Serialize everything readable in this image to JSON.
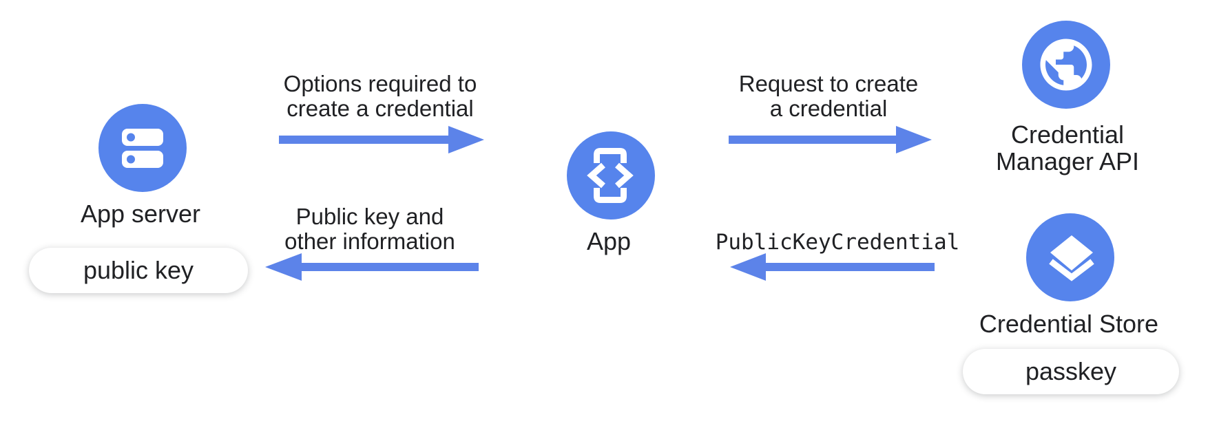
{
  "diagram": {
    "nodes": {
      "app_server": {
        "label": "App server",
        "icon": "server-icon",
        "badge": "public key"
      },
      "app": {
        "label": "App",
        "icon": "phone-code-icon"
      },
      "credential_manager_api": {
        "icon": "globe-icon",
        "label_lines": [
          "Credential",
          "Manager API"
        ]
      },
      "credential_store": {
        "label": "Credential Store",
        "icon": "layers-icon",
        "badge": "passkey"
      }
    },
    "arrows": {
      "options_to_create": {
        "direction": "right",
        "label_lines": [
          "Options required to",
          "create a credential"
        ]
      },
      "request_to_create": {
        "direction": "right",
        "label_lines": [
          "Request to create",
          "a credential"
        ]
      },
      "public_key_credential": {
        "direction": "left",
        "label": "PublicKeyCredential",
        "label_style": "monospace"
      },
      "public_key_info": {
        "direction": "left",
        "label_lines": [
          "Public key and",
          "other information"
        ]
      }
    },
    "colors": {
      "node_circle": "#5684EC",
      "arrow": "#5C83E9",
      "text": "#202124",
      "badge_background": "#FFFFFF"
    }
  }
}
